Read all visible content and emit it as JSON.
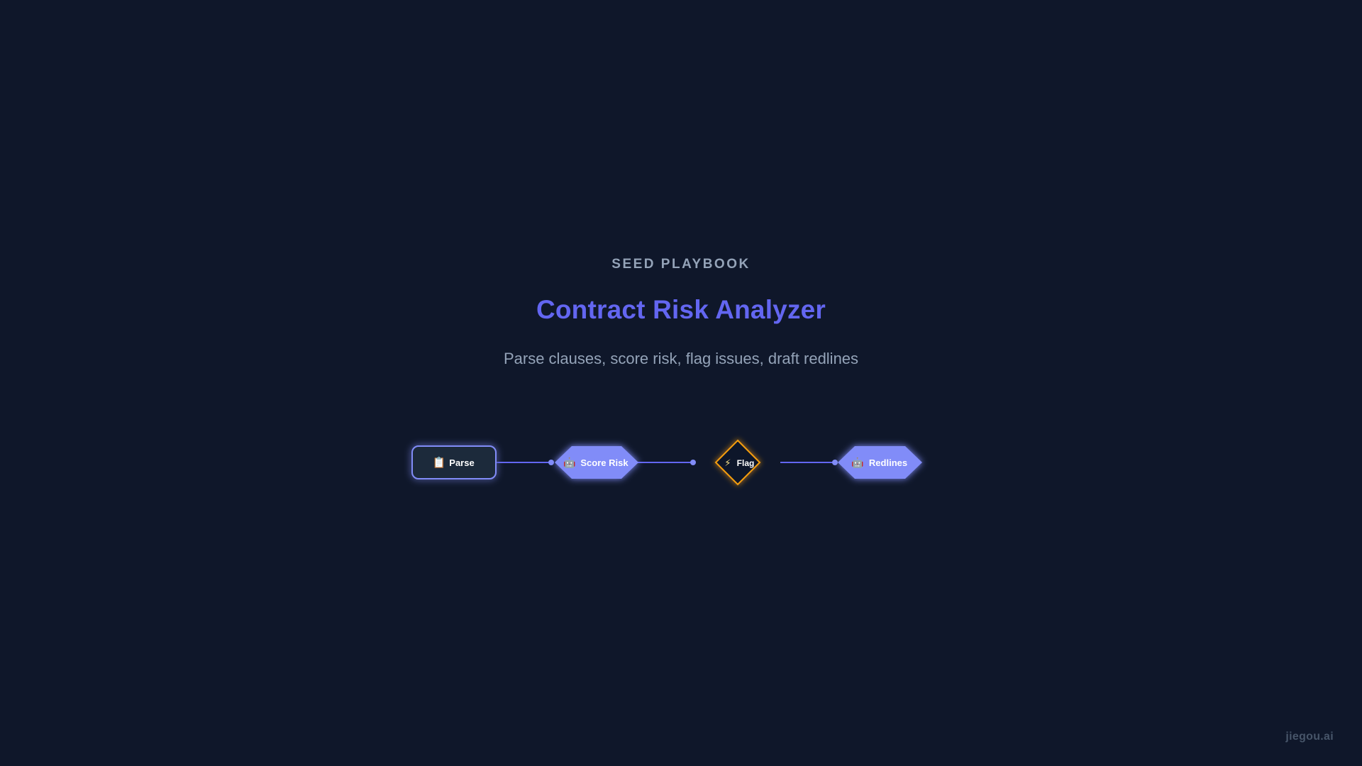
{
  "header": {
    "eyebrow": "SEED PLAYBOOK",
    "title": "Contract Risk Analyzer",
    "subtitle": "Parse clauses, score risk, flag issues, draft redlines"
  },
  "flow": {
    "nodes": [
      {
        "label": "Parse",
        "icon": "clipboard-icon",
        "glyph": "📋",
        "shape": "rounded-rect"
      },
      {
        "label": "Score Risk",
        "icon": "robot-icon",
        "glyph": "🤖",
        "shape": "hexagon"
      },
      {
        "label": "Flag",
        "icon": "lightning-icon",
        "glyph": "⚡",
        "shape": "diamond"
      },
      {
        "label": "Redlines",
        "icon": "robot-icon",
        "glyph": "🤖",
        "shape": "hexagon"
      }
    ]
  },
  "colors": {
    "background": "#0f172a",
    "accent": "#6366f1",
    "hexagon_fill": "#818cf8",
    "diamond_border": "#f59e0b",
    "connector": "#6366f1"
  },
  "watermark": "jiegou.ai"
}
